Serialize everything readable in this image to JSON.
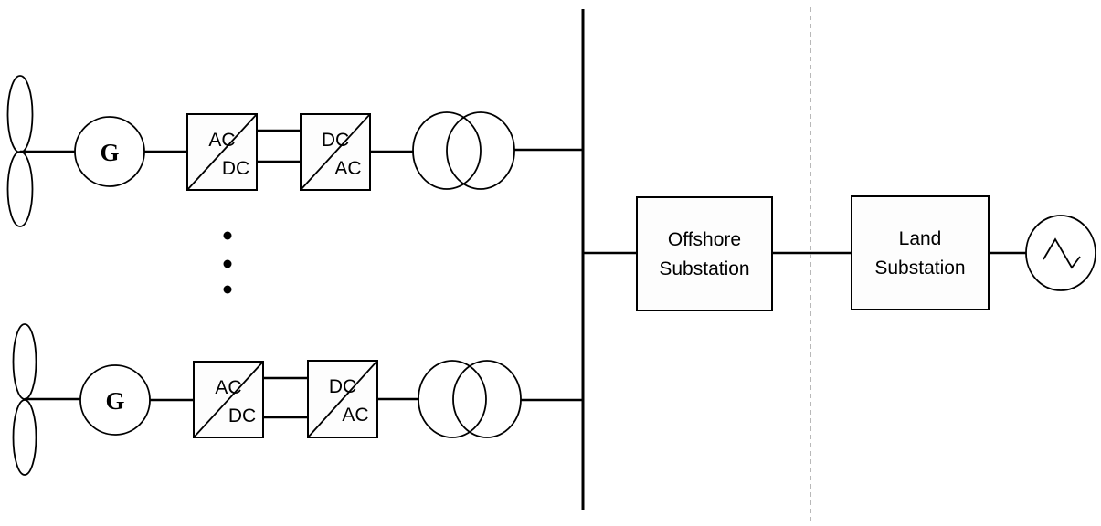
{
  "diagram": {
    "description": "Offshore wind farm collection and transmission single-line diagram",
    "background": "#ffffff",
    "colors": {
      "stroke": "#000000",
      "divider_dashed": "#a6a6a6",
      "box_fill": "#fdfdfd"
    }
  },
  "branches": [
    {
      "position": "top",
      "generator_label": "G",
      "rectifier": {
        "top_label": "AC",
        "bottom_label": "DC"
      },
      "inverter": {
        "top_label": "DC",
        "bottom_label": "AC"
      },
      "icons": [
        "wind-turbine-blades-icon",
        "generator-icon",
        "transformer-icon"
      ]
    },
    {
      "position": "bottom",
      "generator_label": "G",
      "rectifier": {
        "top_label": "AC",
        "bottom_label": "DC"
      },
      "inverter": {
        "top_label": "DC",
        "bottom_label": "AC"
      },
      "icons": [
        "wind-turbine-blades-icon",
        "generator-icon",
        "transformer-icon"
      ]
    }
  ],
  "ellipsis": {
    "dot_count": 3
  },
  "offshore_substation": {
    "label_line1": "Offshore",
    "label_line2": "Substation"
  },
  "land_substation": {
    "label_line1": "Land",
    "label_line2": "Substation"
  },
  "grid": {
    "icon": "ac-grid-icon"
  }
}
